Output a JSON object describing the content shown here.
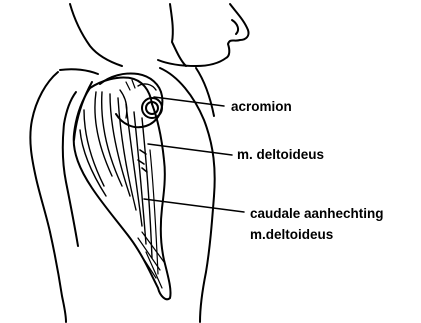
{
  "labels": {
    "acromion": "acromion",
    "deltoid": "m. deltoideus",
    "caudal_line1": "caudale aanhechting",
    "caudal_line2": "m.deltoideus"
  },
  "colors": {
    "ink": "#000000",
    "background": "#ffffff"
  }
}
